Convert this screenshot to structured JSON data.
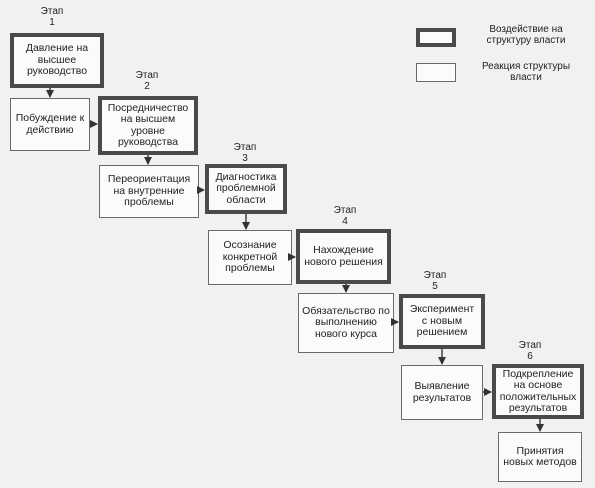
{
  "legend": {
    "power_label": "Воздействие на структуру власти",
    "reaction_label": "Реакция структуры власти"
  },
  "stages": [
    {
      "label": "Этап",
      "num": "1"
    },
    {
      "label": "Этап",
      "num": "2"
    },
    {
      "label": "Этап",
      "num": "3"
    },
    {
      "label": "Этап",
      "num": "4"
    },
    {
      "label": "Этап",
      "num": "5"
    },
    {
      "label": "Этап",
      "num": "6"
    }
  ],
  "boxes": {
    "pressure": "Давление на высшее руководство",
    "motivation": "Побуждение к действию",
    "mediation": "Посредничество на высшем уровне руководства",
    "reorientation": "Переориентация на внутренние проблемы",
    "diagnosis": "Диагностика проблемной области",
    "awareness": "Осознание конкретной проблемы",
    "new_solution": "Нахождение нового решения",
    "commitment": "Обязательство по выполнению нового курса",
    "experiment": "Эксперимент с новым решением",
    "results": "Выявление результатов",
    "reinforcement": "Подкрепление на основе положительных результатов",
    "adoption": "Принятия новых методов"
  }
}
